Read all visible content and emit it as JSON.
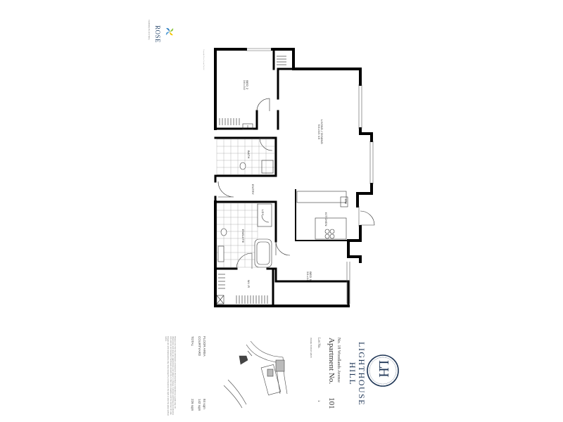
{
  "logo": {
    "name": "ROSE",
    "tagline": "Celebrating the art of living",
    "colors": {
      "leaf_green": "#8dc63f",
      "leaf_blue": "#2d7fc1",
      "leaf_yellow": "#f5c400",
      "text": "#2c4a6e"
    }
  },
  "copyright": "Copyright Rose Group Pty Ltd",
  "rooms": [
    {
      "key": "bed2",
      "name": "BED 2",
      "dims": "3.6 x 3.0"
    },
    {
      "key": "living",
      "name": "LIVING / DINING",
      "dims": "5.0 x 3.8 / 4.5"
    },
    {
      "key": "bath",
      "name": "BATH",
      "dims": ""
    },
    {
      "key": "entry",
      "name": "ENTRY",
      "dims": ""
    },
    {
      "key": "lndy",
      "name": "LDY",
      "dims": ""
    },
    {
      "key": "kitchen",
      "name": "KITCHEN",
      "dims": ""
    },
    {
      "key": "ensuite",
      "name": "ENSUITE",
      "dims": ""
    },
    {
      "key": "wir",
      "name": "W.I.R",
      "dims": ""
    },
    {
      "key": "bed1",
      "name": "BED 1",
      "dims": "3.6 x 4.0"
    },
    {
      "key": "dw",
      "name": "DW",
      "dims": ""
    }
  ],
  "brand": {
    "monogram": "LH",
    "line1": "LIGHTHOUSE",
    "line2": "HILL",
    "color": "#1f3656"
  },
  "apartment": {
    "label": "Apartment No.",
    "number": "101",
    "lot_label": "Lot No.",
    "lot_number": "1",
    "address": "No. 18 Woodlands Avenue",
    "issue": "ISSUE: B    08.07.2015"
  },
  "areas": [
    {
      "label": "FLOOR AREA",
      "value": "84 sqm"
    },
    {
      "label": "COURTYARD",
      "value": "142 sqm"
    },
    {
      "label": "TOTAL",
      "value": "226 sqm"
    }
  ],
  "disclaimer": "Please note that the information contained in this brochure is intended as a guide only. All dimensions and areas are approximate and subject to change. Furniture and fittings are indicative only and are not included. Purchasers should rely on their own enquiries and the contract for sale. Images are artist impressions only. Rose Group Pty Ltd reserves the right to alter the plans without notice."
}
